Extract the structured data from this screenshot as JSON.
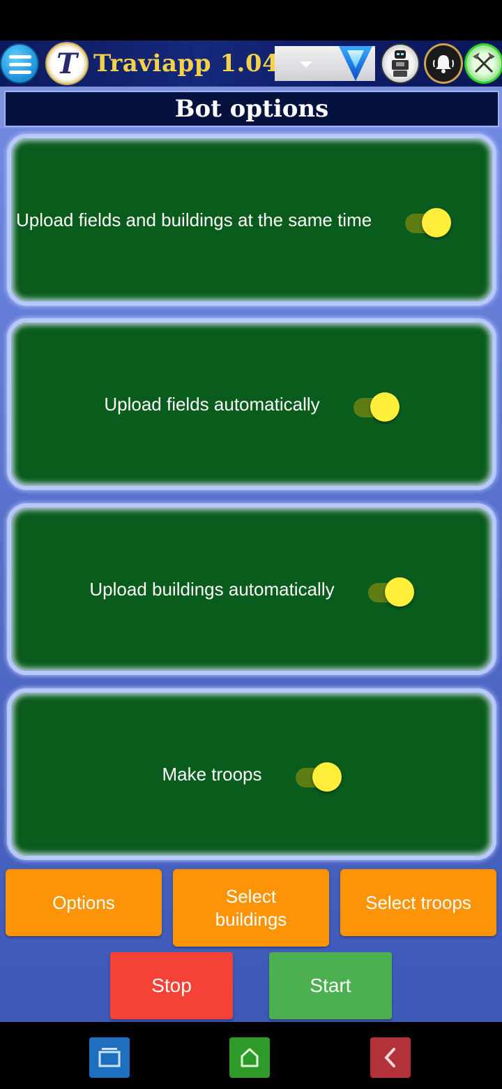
{
  "app_bar": {
    "title": "Traviapp 1.04",
    "logo_letter": "T",
    "menu_icon": "hamburger-menu-icon",
    "dropdown_value": "",
    "icons": [
      "robot-icon",
      "bell-icon",
      "crossed-axes-icon"
    ]
  },
  "header": {
    "title": "Bot options"
  },
  "options": [
    {
      "label": "Upload fields and buildings at the same time",
      "enabled": true
    },
    {
      "label": "Upload fields automatically",
      "enabled": true
    },
    {
      "label": "Upload buildings automatically",
      "enabled": true
    },
    {
      "label": "Make troops",
      "enabled": true
    }
  ],
  "buttons": {
    "options": "Options",
    "select_buildings_line1": "Select",
    "select_buildings_line2": "buildings",
    "select_troops": "Select troops",
    "stop": "Stop",
    "start": "Start"
  },
  "colors": {
    "card_green": "#0a5c1c",
    "toggle_thumb": "#ffee3a",
    "orange": "#fd9407",
    "stop_red": "#f44336",
    "start_green": "#4caf50",
    "title_gold": "#f3d24a"
  },
  "nav": [
    "recent-apps-icon",
    "home-icon",
    "back-icon"
  ]
}
